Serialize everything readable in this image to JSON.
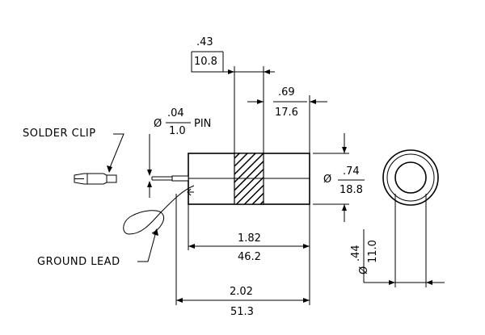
{
  "labels": {
    "solder_clip": "SOLDER CLIP",
    "ground_lead": "GROUND LEAD",
    "pin": "PIN",
    "diameter_symbol": "Ø"
  },
  "dimensions": {
    "band_width": {
      "inch": ".43",
      "mm": "10.8"
    },
    "band_to_end": {
      "inch": ".69",
      "mm": "17.6"
    },
    "pin_diameter": {
      "inch": ".04",
      "mm": "1.0"
    },
    "body_diameter": {
      "inch": ".74",
      "mm": "18.8"
    },
    "body_length": {
      "inch": "1.82",
      "mm": "46.2"
    },
    "overall_length": {
      "inch": "2.02",
      "mm": "51.3"
    },
    "bore_diameter": {
      "inch": ".44",
      "mm": "11.0"
    }
  }
}
